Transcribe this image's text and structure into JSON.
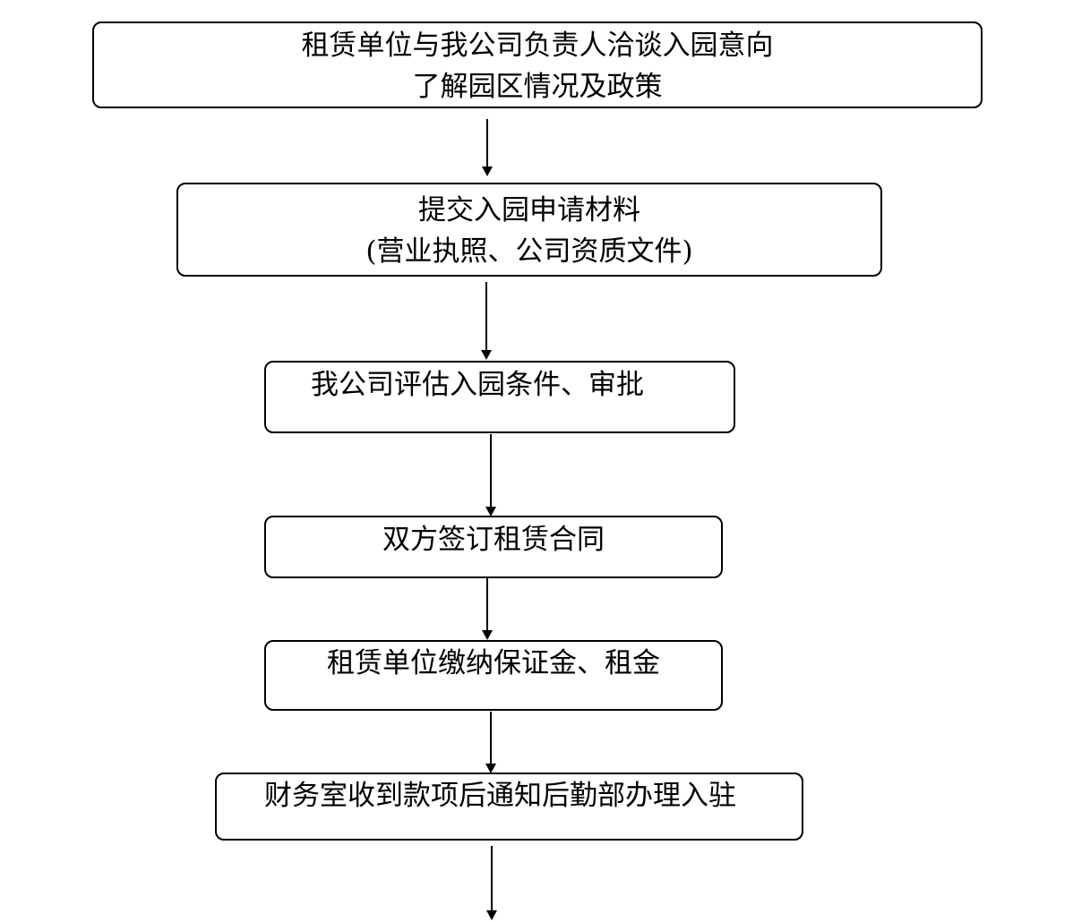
{
  "flowchart": {
    "steps": [
      {
        "lines": [
          "租赁单位与我公司负责人洽谈入园意向",
          "了解园区情况及政策"
        ]
      },
      {
        "lines": [
          "提交入园申请材料",
          "(营业执照、公司资质文件)"
        ]
      },
      {
        "lines": [
          "我公司评估入园条件、审批"
        ]
      },
      {
        "lines": [
          "双方签订租赁合同"
        ]
      },
      {
        "lines": [
          "租赁单位缴纳保证金、租金"
        ]
      },
      {
        "lines": [
          "财务室收到款项后通知后勤部办理入驻"
        ]
      }
    ]
  }
}
